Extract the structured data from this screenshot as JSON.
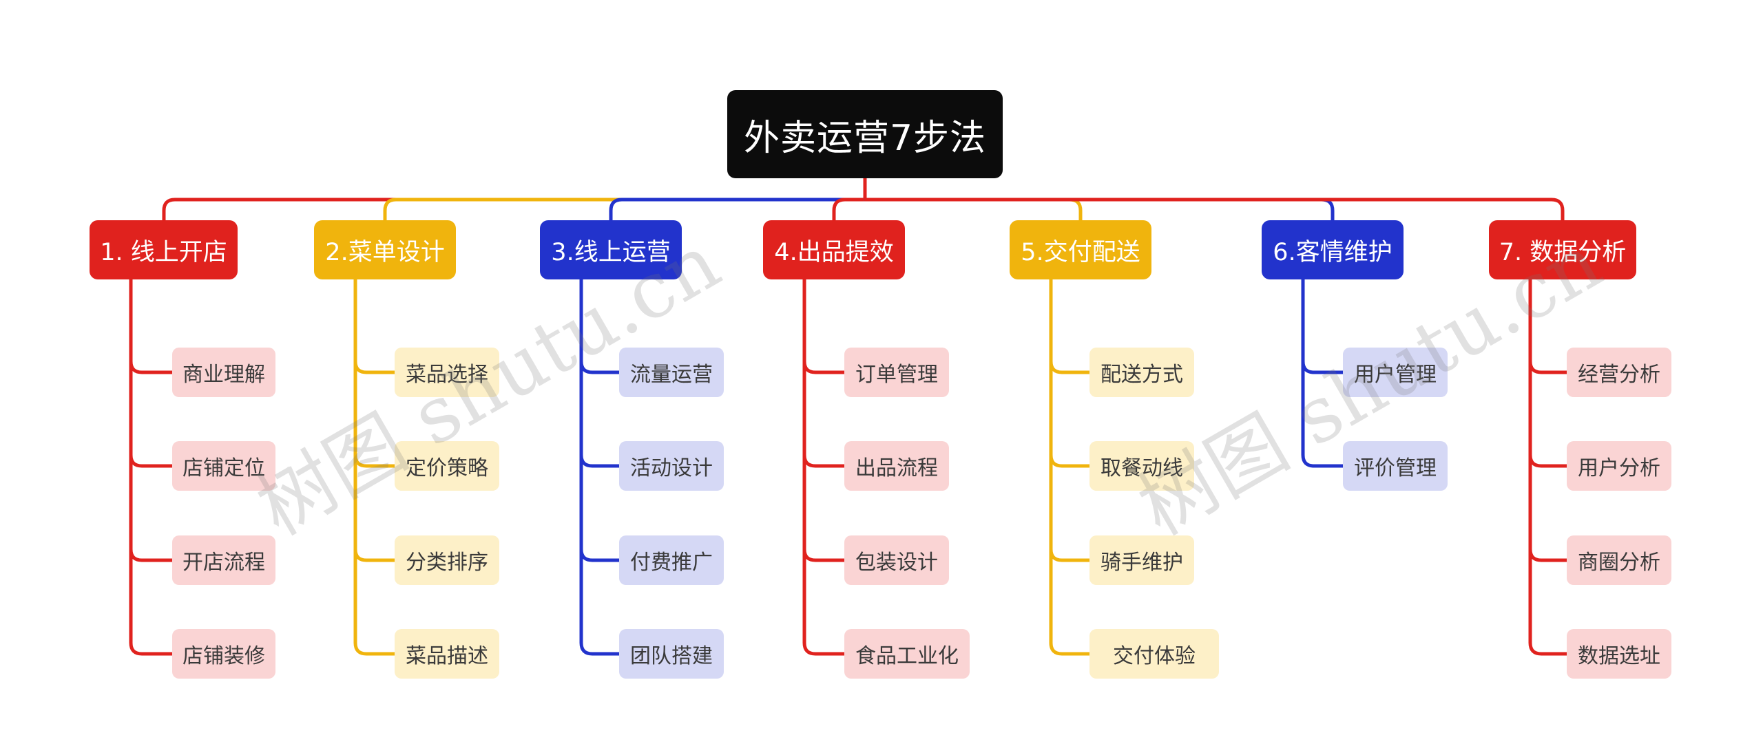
{
  "root": {
    "label": "外卖运营7步法",
    "color": "#0c0c0c"
  },
  "branches": [
    {
      "label": "1. 线上开店",
      "color": "#e0221e",
      "leaf_bg": "#fad4d4",
      "items": [
        "商业理解",
        "店铺定位",
        "开店流程",
        "店铺装修"
      ]
    },
    {
      "label": "2.菜单设计",
      "color": "#f0b40d",
      "leaf_bg": "#fdf0c8",
      "items": [
        "菜品选择",
        "定价策略",
        "分类排序",
        "菜品描述"
      ]
    },
    {
      "label": "3.线上运营",
      "color": "#2233cc",
      "leaf_bg": "#d5d8f5",
      "items": [
        "流量运营",
        "活动设计",
        "付费推广",
        "团队搭建"
      ]
    },
    {
      "label": "4.出品提效",
      "color": "#e0221e",
      "leaf_bg": "#fad4d4",
      "items": [
        "订单管理",
        "出品流程",
        "包装设计",
        "食品工业化"
      ]
    },
    {
      "label": "5.交付配送",
      "color": "#f0b40d",
      "leaf_bg": "#fdf0c8",
      "items": [
        "配送方式",
        "取餐动线",
        "骑手维护",
        "交付体验"
      ]
    },
    {
      "label": "6.客情维护",
      "color": "#2233cc",
      "leaf_bg": "#d5d8f5",
      "items": [
        "用户管理",
        "评价管理"
      ]
    },
    {
      "label": "7. 数据分析",
      "color": "#e0221e",
      "leaf_bg": "#fad4d4",
      "items": [
        "经营分析",
        "用户分析",
        "商圈分析",
        "数据选址"
      ]
    }
  ],
  "watermark": {
    "text": "树图 shutu.cn"
  }
}
